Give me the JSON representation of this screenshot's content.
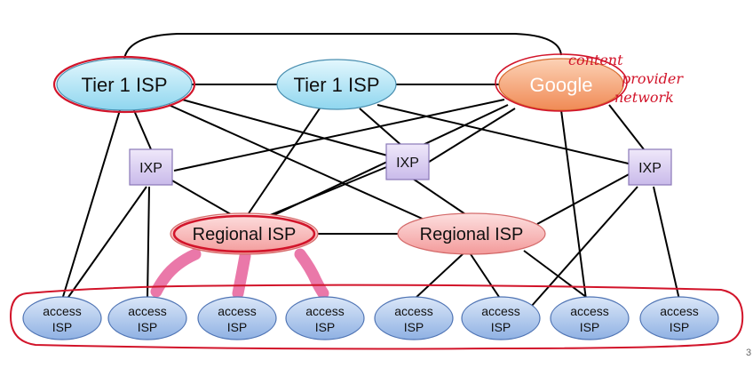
{
  "nodes": {
    "tier1_left": "Tier 1 ISP",
    "tier1_mid": "Tier 1 ISP",
    "google": "Google",
    "ixp_left": "IXP",
    "ixp_mid": "IXP",
    "ixp_right": "IXP",
    "regional_left": "Regional ISP",
    "regional_right": "Regional ISP",
    "access_line1": "access",
    "access_line2": "ISP"
  },
  "annotation": {
    "line1": "content",
    "line2": "provider",
    "line3": "network"
  },
  "page_number": "3",
  "colors": {
    "tier1_fill": "#bfe9f7",
    "google_fill": "#f7a878",
    "ixp_fill": "#ddd2f0",
    "regional_fill": "#f6b5b5",
    "access_fill": "#b3ccee",
    "annotation": "#d2142a",
    "highlight": "#e86aa0"
  }
}
